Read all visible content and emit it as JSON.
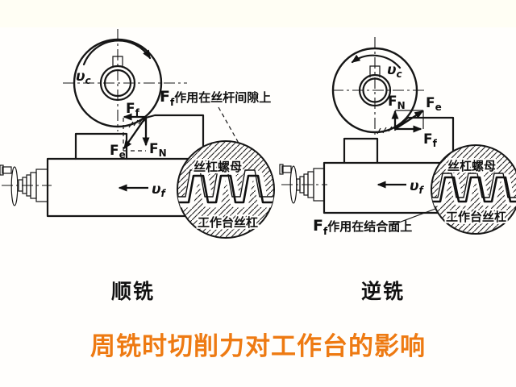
{
  "page": {
    "background": "#fffefc"
  },
  "title": {
    "text": "周铣时切削力对工作台的影响",
    "color": "#ee7a12"
  },
  "captions": {
    "left": "顺铣",
    "right": "逆铣"
  },
  "sym": {
    "F": "F",
    "f": "f",
    "e": "e",
    "N": "N",
    "v": "υ",
    "c": "c"
  },
  "annotations": {
    "left": {
      "F": "F",
      "sub": "f",
      "text": "作用在丝杆间隙上"
    },
    "right": {
      "F": "F",
      "sub": "f",
      "text": "作用在结合面上"
    }
  },
  "detail_labels": {
    "nut": "丝杠螺母",
    "screw": "工作台丝杠"
  }
}
